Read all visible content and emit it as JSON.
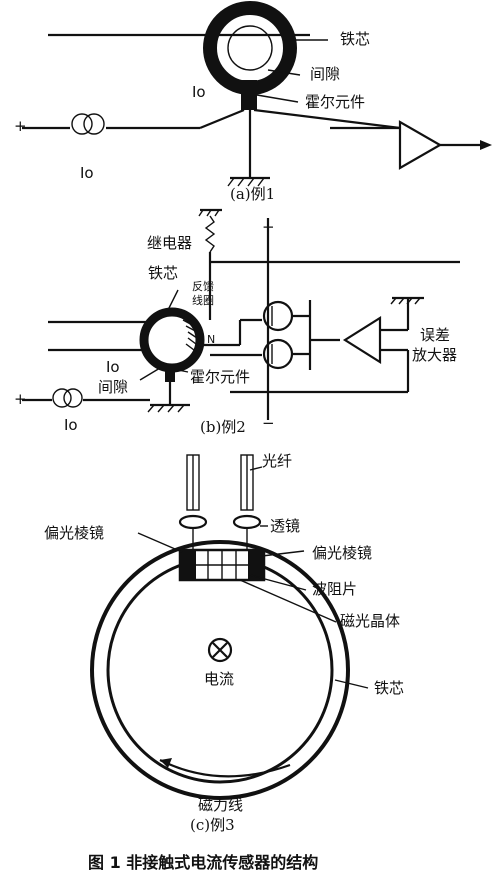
{
  "fig_a": {
    "label_core": "铁芯",
    "label_gap": "间隙",
    "label_hall": "霍尔元件",
    "label_io_top": "Io",
    "label_io_bottom": "Io",
    "label_plus": "+",
    "caption": "(a)例1"
  },
  "fig_b": {
    "label_relay": "继电器",
    "label_core": "铁芯",
    "label_feedback_1": "反馈",
    "label_feedback_2": "线圈",
    "label_n": "N",
    "label_err_1": "误差",
    "label_err_2": "放大器",
    "label_io_top": "Io",
    "label_io_bottom": "Io",
    "label_gap": "间隙",
    "label_hall": "霍尔元件",
    "label_plus_top": "+",
    "label_plus_left": "+",
    "label_minus": "−",
    "caption": "(b)例2"
  },
  "fig_c": {
    "label_fiber": "光纤",
    "label_lens": "透镜",
    "label_polarizer_left": "偏光棱镜",
    "label_polarizer_right": "偏光棱镜",
    "label_waveplate": "波阻片",
    "label_crystal": "磁光晶体",
    "label_current": "电流",
    "label_core": "铁芯",
    "label_flux": "磁力线",
    "caption": "(c)例3"
  },
  "figure_title": "图 1 非接触式电流传感器的结构"
}
